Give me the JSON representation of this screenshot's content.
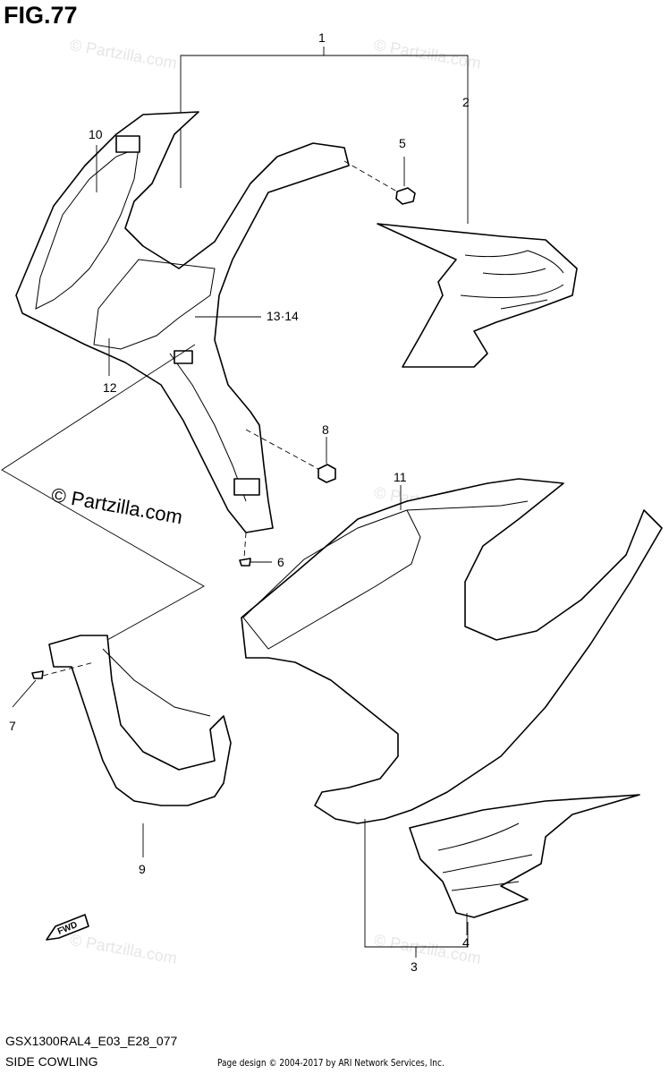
{
  "figure": {
    "title": "FIG.77"
  },
  "callouts": {
    "c1": "1",
    "c2": "2",
    "c3": "3",
    "c4": "4",
    "c5": "5",
    "c6": "6",
    "c7": "7",
    "c8": "8",
    "c9": "9",
    "c10": "10",
    "c11": "11",
    "c12": "12",
    "c13": "13·14"
  },
  "copyright": "© Partzilla.com",
  "watermark": "© Partzilla.com",
  "fwd_arrow_label": "FWD",
  "footer": {
    "model_code": "GSX1300RAL4_E03_E28_077",
    "section_name": "SIDE COWLING",
    "credit": "Page design © 2004-2017 by ARI Network Services, Inc."
  }
}
